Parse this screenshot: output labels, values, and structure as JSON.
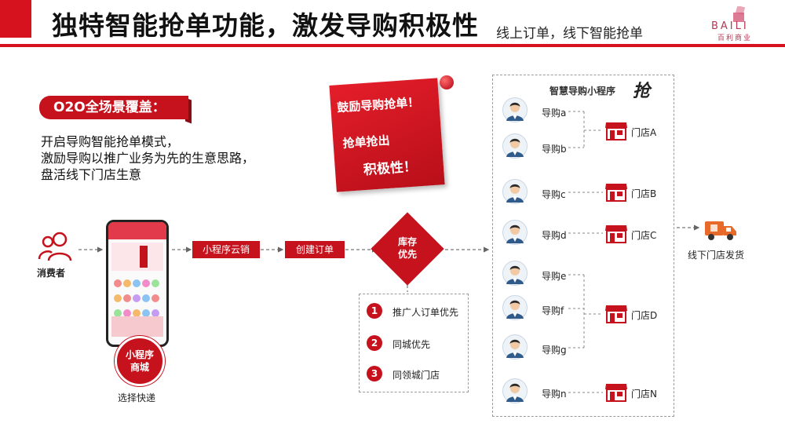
{
  "header": {
    "title": "独特智能抢单功能，激发导购积极性",
    "subtitle": "线上订单，线下智能抢单",
    "logo_text": "BAILI",
    "logo_sub": "百利商业"
  },
  "intro": {
    "tag": "O2O全场景覆盖：",
    "lines": [
      "开启导购智能抢单模式，",
      "激励导购以推广业务为先的生意思路，",
      "盘活线下门店生意"
    ]
  },
  "note": {
    "line1": "鼓励导购抢单！",
    "line2": "抢单抢出",
    "line3": "积极性！"
  },
  "flow": {
    "consumer": "消费者",
    "mini_program_badge": [
      "小程序",
      "商城"
    ],
    "choose": "选择快递",
    "step1": "小程序云销",
    "step2": "创建订单",
    "decision": [
      "库存",
      "优先"
    ]
  },
  "priority_list": [
    {
      "num": "1",
      "text": "推广人订单优先"
    },
    {
      "num": "2",
      "text": "同城优先"
    },
    {
      "num": "3",
      "text": "同领城门店"
    }
  ],
  "guide_box": {
    "title": "智慧导购小程序",
    "badge": "抢",
    "guides": [
      "导购a",
      "导购b",
      "导购c",
      "导购d",
      "导购e",
      "导购f",
      "导购g",
      "导购n"
    ],
    "stores": [
      "门店A",
      "门店B",
      "门店C",
      "门店D",
      "门店N"
    ]
  },
  "delivery": {
    "text": "线下门店发货"
  },
  "colors": {
    "brand_red": "#c5121d",
    "logo": "#b23a55"
  }
}
